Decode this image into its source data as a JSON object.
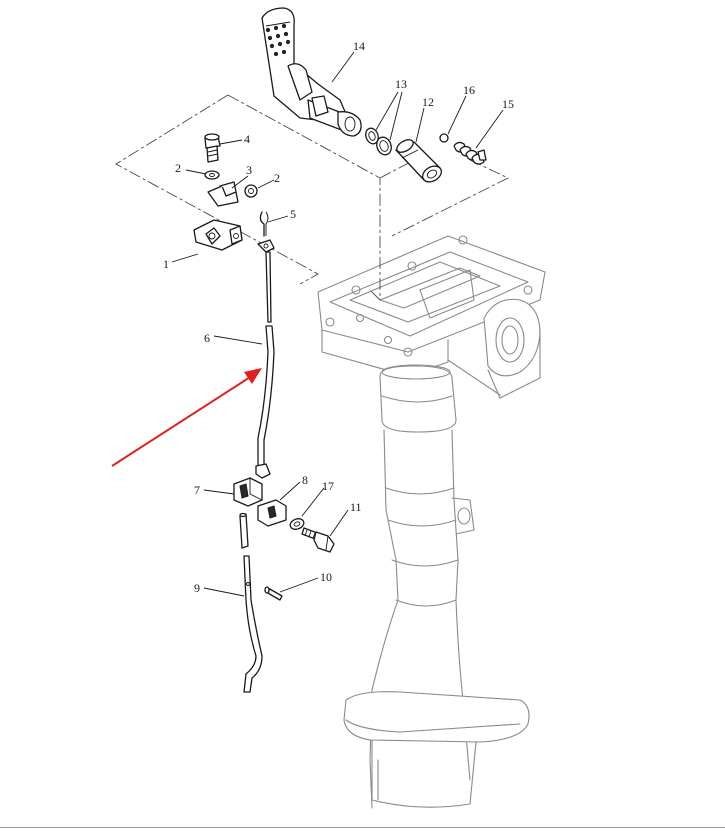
{
  "callouts": {
    "c1": "1",
    "c2a": "2",
    "c2b": "2",
    "c3": "3",
    "c4": "4",
    "c5": "5",
    "c6": "6",
    "c7": "7",
    "c8": "8",
    "c9": "9",
    "c10": "10",
    "c11": "11",
    "c12": "12",
    "c13": "13",
    "c14": "14",
    "c15": "15",
    "c16": "16",
    "c17": "17"
  },
  "colors": {
    "arrow": "#e02020",
    "line": "#1a1a1a",
    "body": "#8a8a8a"
  }
}
